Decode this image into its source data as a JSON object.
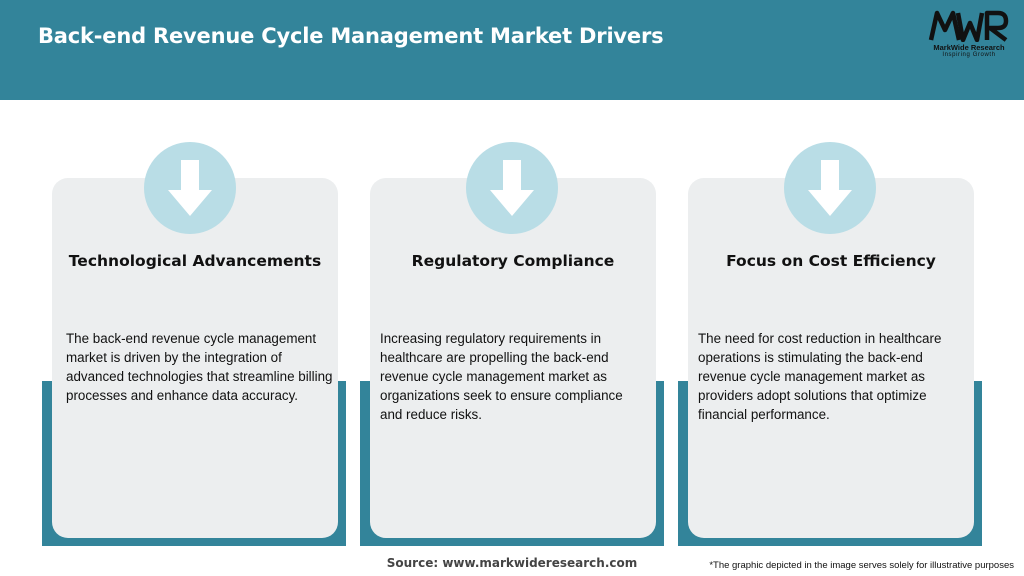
{
  "header": {
    "title": "Back-end Revenue Cycle Management Market Drivers"
  },
  "logo": {
    "mark": "MWR",
    "name": "MarkWide Research",
    "tagline": "Inspiring Growth"
  },
  "colors": {
    "header_bg": "#33849a",
    "card_bg": "#eceeef",
    "icon_circle": "#b9dde6",
    "accent": "#33849a"
  },
  "cards": [
    {
      "icon": "arrow-down-icon",
      "title": "Technological Advancements",
      "text": "The back-end revenue cycle management market is driven by the integration of advanced technologies that streamline billing processes and enhance data accuracy."
    },
    {
      "icon": "arrow-down-icon",
      "title": "Regulatory Compliance",
      "text": "Increasing regulatory requirements in healthcare are propelling the back-end revenue cycle management market as organizations seek to ensure compliance and reduce risks."
    },
    {
      "icon": "arrow-down-icon",
      "title": "Focus on Cost Efficiency",
      "text": "The need for cost reduction in healthcare operations is stimulating the back-end revenue cycle management market as providers adopt solutions that optimize financial performance."
    }
  ],
  "footer": {
    "source": "Source: www.markwideresearch.com",
    "disclaimer": "*The graphic depicted in the image serves solely for illustrative purposes"
  }
}
